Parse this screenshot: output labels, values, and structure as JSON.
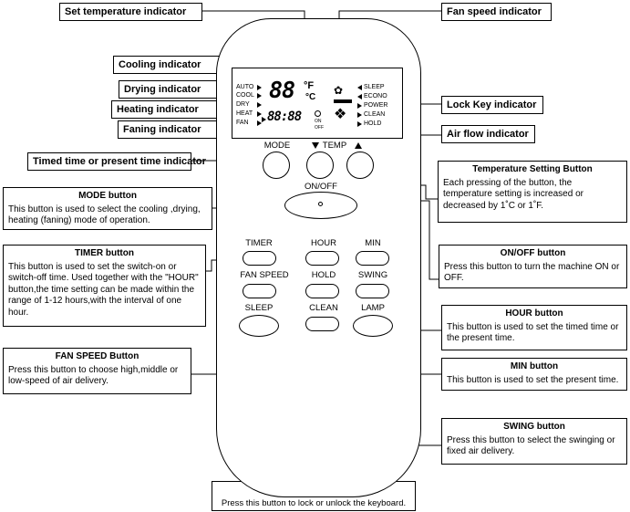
{
  "callouts": {
    "set_temp": "Set temperature indicator",
    "cooling": "Cooling indicator",
    "drying": "Drying indicator",
    "heating": "Heating indicator",
    "faning": "Faning indicator",
    "timed_time": "Timed time or present time indicator",
    "fan_speed_ind": "Fan speed indicator",
    "lock_key": "Lock Key indicator",
    "air_flow": "Air flow indicator"
  },
  "descriptions": {
    "mode": {
      "title": "MODE  button",
      "body": "This button is used to select the cooling ,drying, heating (faning) mode of operation."
    },
    "timer": {
      "title": "TIMER  button",
      "body": "This button is used to set the switch-on or switch-off time. Used together with the \"HOUR\" button,the time setting can be made within the range of 1-12 hours,with the interval of one hour."
    },
    "fan_speed": {
      "title": "FAN SPEED Button",
      "body": "Press  this button to choose high,middle or low-speed of air delivery."
    },
    "temp_setting": {
      "title": "Temperature Setting Button",
      "body": "Each pressing of the button, the temperature setting is increased or decreased by 1˚C or 1˚F."
    },
    "onoff": {
      "title": "ON/OFF  button",
      "body": "Press this button to turn the machine ON or OFF."
    },
    "hour": {
      "title": "HOUR button",
      "body": "This button is used to set the timed time or the present time."
    },
    "min": {
      "title": "MIN button",
      "body": "This button is used to set the present time."
    },
    "swing": {
      "title": "SWING button",
      "body": "Press this button to select the swinging or fixed air delivery."
    },
    "hold": {
      "title": "HOLD  button",
      "body": "Press this button to lock or unlock the keyboard."
    }
  },
  "display": {
    "modes": [
      "AUTO",
      "COOL",
      "DRY",
      "HEAT",
      "FAN"
    ],
    "right_labels": [
      "SLEEP",
      "ECONO",
      "POWER",
      "CLEAN",
      "HOLD"
    ],
    "temp_digits": "88",
    "temp_unit_f": "°F",
    "temp_unit_c": "°C",
    "time_digits": "88:88",
    "on_label": "ON",
    "off_label": "OFF"
  },
  "buttons": {
    "mode": "MODE",
    "temp": "TEMP",
    "onoff": "ON/OFF",
    "timer": "TIMER",
    "hour": "HOUR",
    "min": "MIN",
    "fan_speed": "FAN SPEED",
    "hold": "HOLD",
    "swing": "SWING",
    "sleep": "SLEEP",
    "clean": "CLEAN",
    "lamp": "LAMP"
  }
}
